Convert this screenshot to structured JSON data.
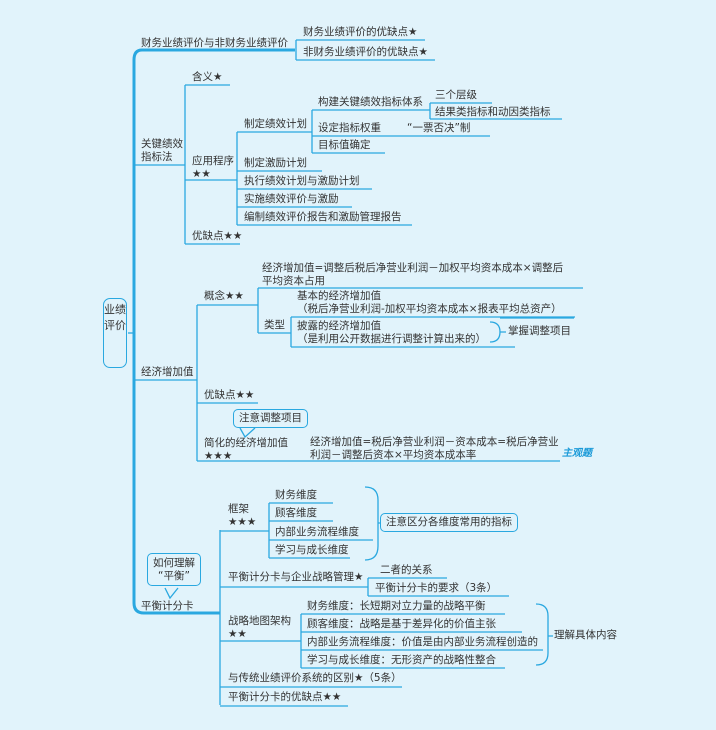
{
  "root": "业绩评价",
  "b1": {
    "label": "财务业绩评价与非财务业绩评价",
    "c": [
      "财务业绩评价的优缺点★",
      "非财务业绩评价的优缺点★"
    ]
  },
  "b2": {
    "label": "关键绩效\n指标法",
    "meaning": "含义★",
    "proc": {
      "label": "应用程序\n★★",
      "plan": {
        "label": "制定绩效计划",
        "build": {
          "label": "构建关键绩效指标体系",
          "c": [
            "三个层级",
            "结果类指标和动因类指标"
          ]
        },
        "weight": "设定指标权重",
        "veto": "“一票否决”制",
        "target": "目标值确定"
      },
      "steps": [
        "制定激励计划",
        "执行绩效计划与激励计划",
        "实施绩效评价与激励",
        "编制绩效评价报告和激励管理报告"
      ]
    },
    "pros": "优缺点★★"
  },
  "b3": {
    "label": "经济增加值",
    "concept": {
      "label": "概念★★",
      "formula": "经济增加值=调整后税后净营业利润－加权平均资本成本×调整后\n平均资本占用",
      "types": {
        "label": "类型",
        "basic": "基本的经济增加值\n（税后净营业利润-加权平均资本成本×报表平均总资产）",
        "disclosed": "披露的经济增加值\n（是利用公开数据进行调整计算出来的）",
        "note": "掌握调整项目"
      }
    },
    "pros": "优缺点★★",
    "callout": "注意调整项目",
    "simple": {
      "label": "简化的经济增加值\n★★★",
      "formula": "经济增加值=税后净营业利润－资本成本=税后净营业\n利润－调整后资本×平均资本成本率",
      "tag": "主观题"
    }
  },
  "b4": {
    "label": "平衡计分卡",
    "callout": "如何理解\n“平衡”",
    "frame": {
      "label": "框架\n★★★",
      "c": [
        "财务维度",
        "顾客维度",
        "内部业务流程维度",
        "学习与成长维度"
      ],
      "note": "注意区分各维度常用的指标"
    },
    "strategy": {
      "label": "平衡计分卡与企业战略管理★",
      "c": [
        "二者的关系",
        "平衡计分卡的要求（3条）"
      ]
    },
    "map": {
      "label": "战略地图架构\n★★",
      "c": [
        "财务维度：长短期对立力量的战略平衡",
        "顾客维度：战略是基于差异化的价值主张",
        "内部业务流程维度：价值是由内部业务流程创造的",
        "学习与成长维度：无形资产的战略性整合"
      ],
      "note": "理解具体内容"
    },
    "diff": "与传统业绩评价系统的区别★（5条）",
    "pros": "平衡计分卡的优缺点★★"
  },
  "colors": {
    "line": "#2aa8e0",
    "bg": "#e1f3fb"
  }
}
